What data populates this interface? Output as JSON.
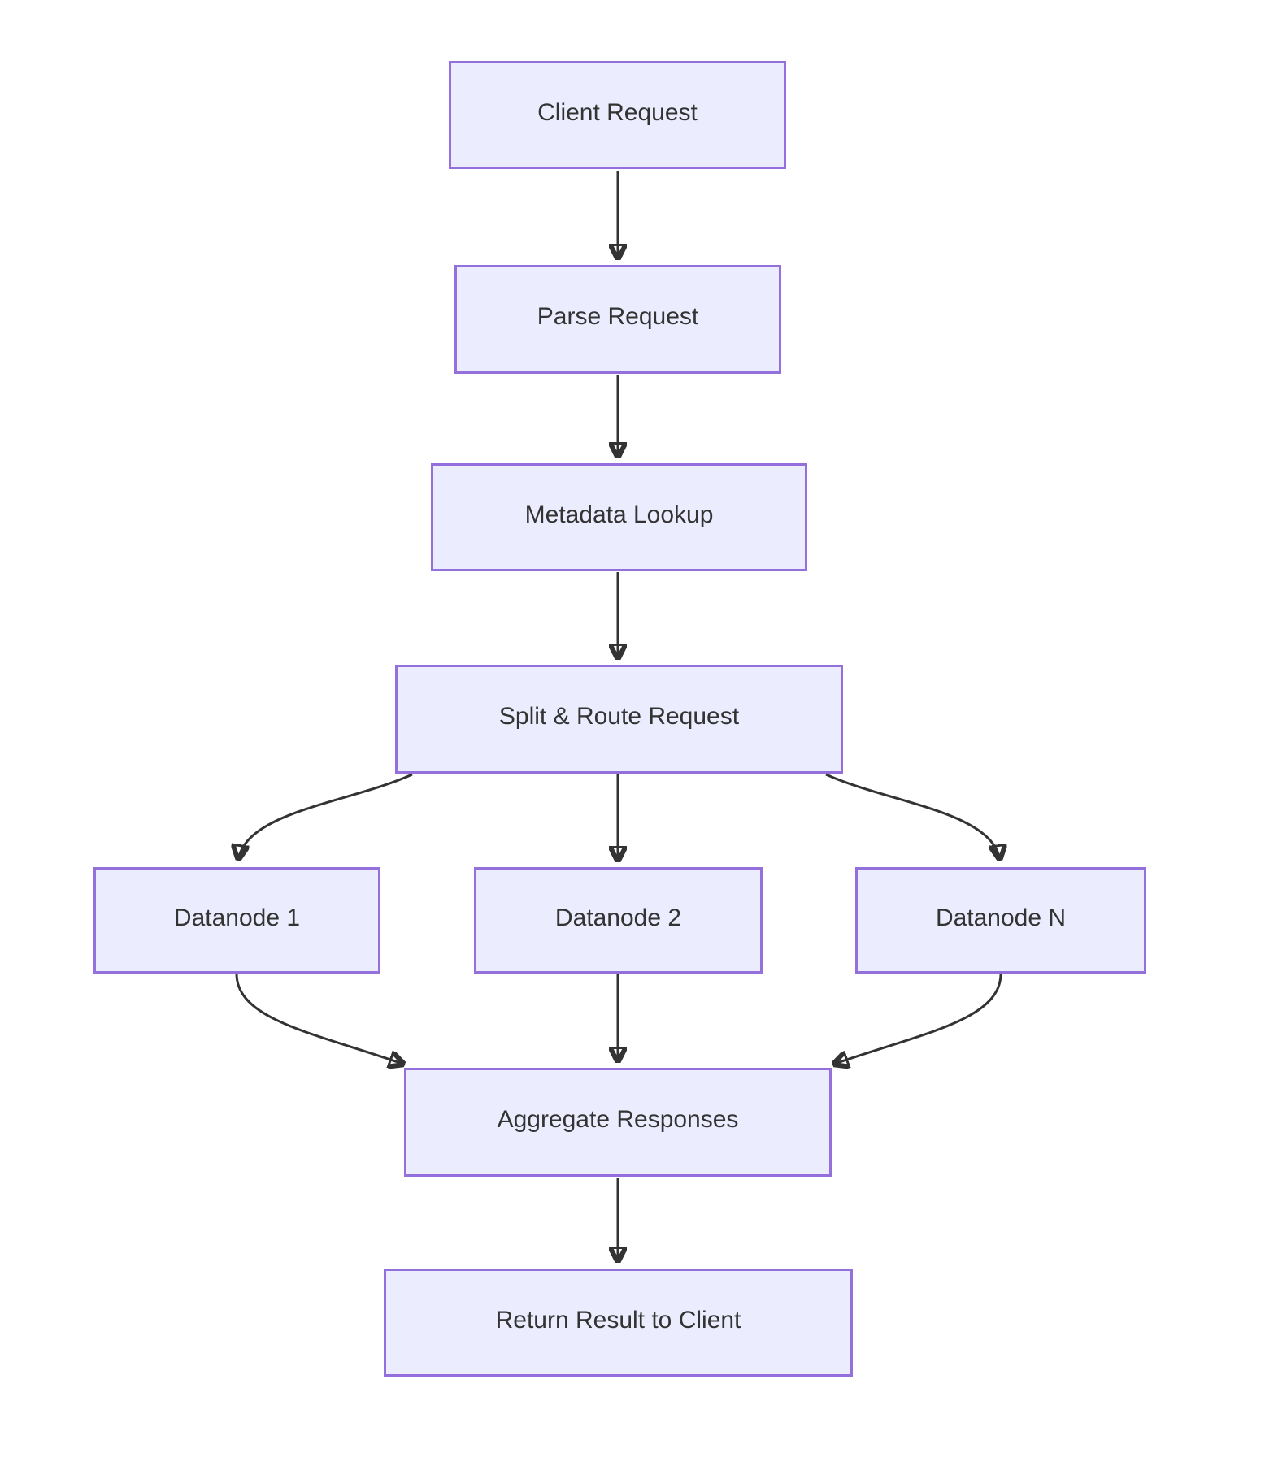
{
  "diagram": {
    "type": "flowchart",
    "direction": "top-down",
    "nodes": [
      {
        "id": "client_request",
        "label": "Client Request"
      },
      {
        "id": "parse_request",
        "label": "Parse Request"
      },
      {
        "id": "metadata_lookup",
        "label": "Metadata Lookup"
      },
      {
        "id": "split_route",
        "label": "Split & Route Request"
      },
      {
        "id": "datanode_1",
        "label": "Datanode 1"
      },
      {
        "id": "datanode_2",
        "label": "Datanode 2"
      },
      {
        "id": "datanode_n",
        "label": "Datanode N"
      },
      {
        "id": "aggregate",
        "label": "Aggregate Responses"
      },
      {
        "id": "return_result",
        "label": "Return Result to Client"
      }
    ],
    "edges": [
      {
        "from": "client_request",
        "to": "parse_request"
      },
      {
        "from": "parse_request",
        "to": "metadata_lookup"
      },
      {
        "from": "metadata_lookup",
        "to": "split_route"
      },
      {
        "from": "split_route",
        "to": "datanode_1"
      },
      {
        "from": "split_route",
        "to": "datanode_2"
      },
      {
        "from": "split_route",
        "to": "datanode_n"
      },
      {
        "from": "datanode_1",
        "to": "aggregate"
      },
      {
        "from": "datanode_2",
        "to": "aggregate"
      },
      {
        "from": "datanode_n",
        "to": "aggregate"
      },
      {
        "from": "aggregate",
        "to": "return_result"
      }
    ],
    "colors": {
      "node_fill": "#ECECFF",
      "node_border": "#9370DB",
      "text": "#333333",
      "edge": "#333333",
      "background": "#FFFFFF"
    }
  }
}
